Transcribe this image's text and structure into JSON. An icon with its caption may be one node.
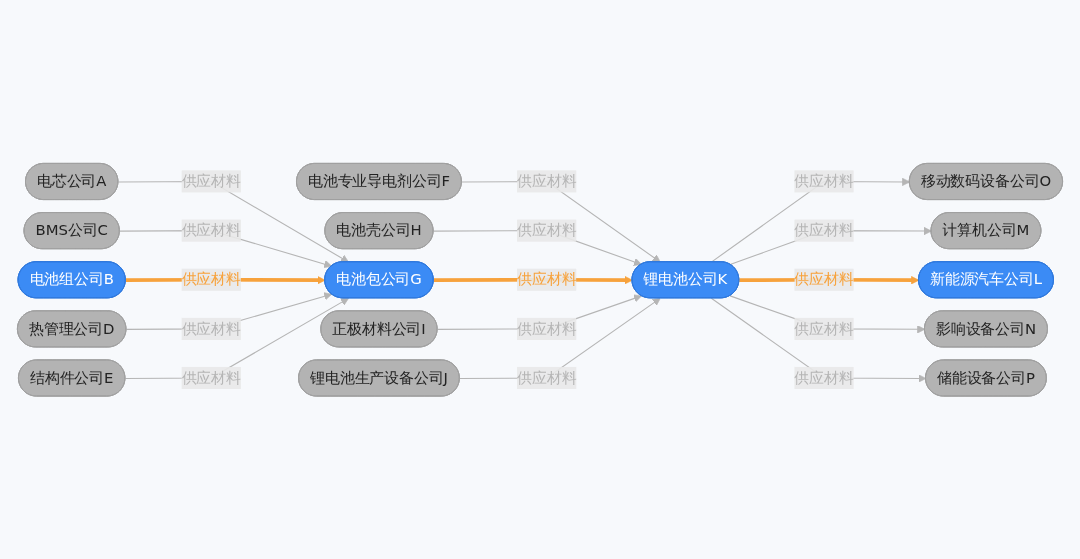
{
  "diagram": {
    "nodes": [
      {
        "text": [
          "电芯公司A"
        ]
      },
      {
        "text": [
          "BMS公司C"
        ]
      },
      {
        "text": [
          "电池组公司B"
        ]
      },
      {
        "text": [
          "热管理公司D"
        ]
      },
      {
        "text": [
          "结构件公司E"
        ]
      },
      {
        "text": [
          "电池专业导电剂公司F"
        ]
      },
      {
        "text": [
          "电池壳公司H"
        ]
      },
      {
        "text": [
          "电池包公司G"
        ]
      },
      {
        "text": [
          "正极材料公司I"
        ]
      },
      {
        "text": [
          "锂电池生产设备公司J"
        ]
      },
      {
        "text": [
          "锂电池公司K"
        ]
      },
      {
        "text": [
          "移动数码设备公司O"
        ]
      },
      {
        "text": [
          "计算机公司M"
        ]
      },
      {
        "text": [
          "新能源汽车公司L"
        ]
      },
      {
        "text": [
          "影响设备公司N"
        ]
      },
      {
        "text": [
          "储能设备公司P"
        ]
      }
    ],
    "edges": [
      {
        "from": 0,
        "to": 7,
        "arrow": "to",
        "label": "供应材料"
      },
      {
        "from": 1,
        "to": 7,
        "arrow": "to",
        "label": "供应材料"
      },
      {
        "from": 2,
        "to": 7,
        "arrow": "to",
        "label": "供应材料",
        "style": "thick",
        "color": "#f7a23c"
      },
      {
        "from": 3,
        "to": 7,
        "arrow": "to",
        "label": "供应材料"
      },
      {
        "from": 4,
        "to": 7,
        "arrow": "to",
        "label": "供应材料"
      },
      {
        "from": 5,
        "to": 10,
        "arrow": "to",
        "label": "供应材料"
      },
      {
        "from": 6,
        "to": 10,
        "arrow": "to",
        "label": "供应材料"
      },
      {
        "from": 7,
        "to": 10,
        "arrow": "to",
        "label": "供应材料",
        "style": "thick",
        "color": "#f7a23c"
      },
      {
        "from": 8,
        "to": 10,
        "arrow": "to",
        "label": "供应材料"
      },
      {
        "from": 9,
        "to": 10,
        "arrow": "to",
        "label": "供应材料"
      },
      {
        "from": 10,
        "to": 11,
        "arrow": "to",
        "label": "供应材料"
      },
      {
        "from": 10,
        "to": 12,
        "arrow": "to",
        "label": "供应材料"
      },
      {
        "from": 10,
        "to": 13,
        "arrow": "to",
        "label": "供应材料",
        "style": "thick",
        "color": "#f7a23c"
      },
      {
        "from": 10,
        "to": 14,
        "arrow": "to",
        "label": "供应材料"
      },
      {
        "from": 10,
        "to": 15,
        "arrow": "to",
        "label": "供应材料"
      }
    ]
  }
}
